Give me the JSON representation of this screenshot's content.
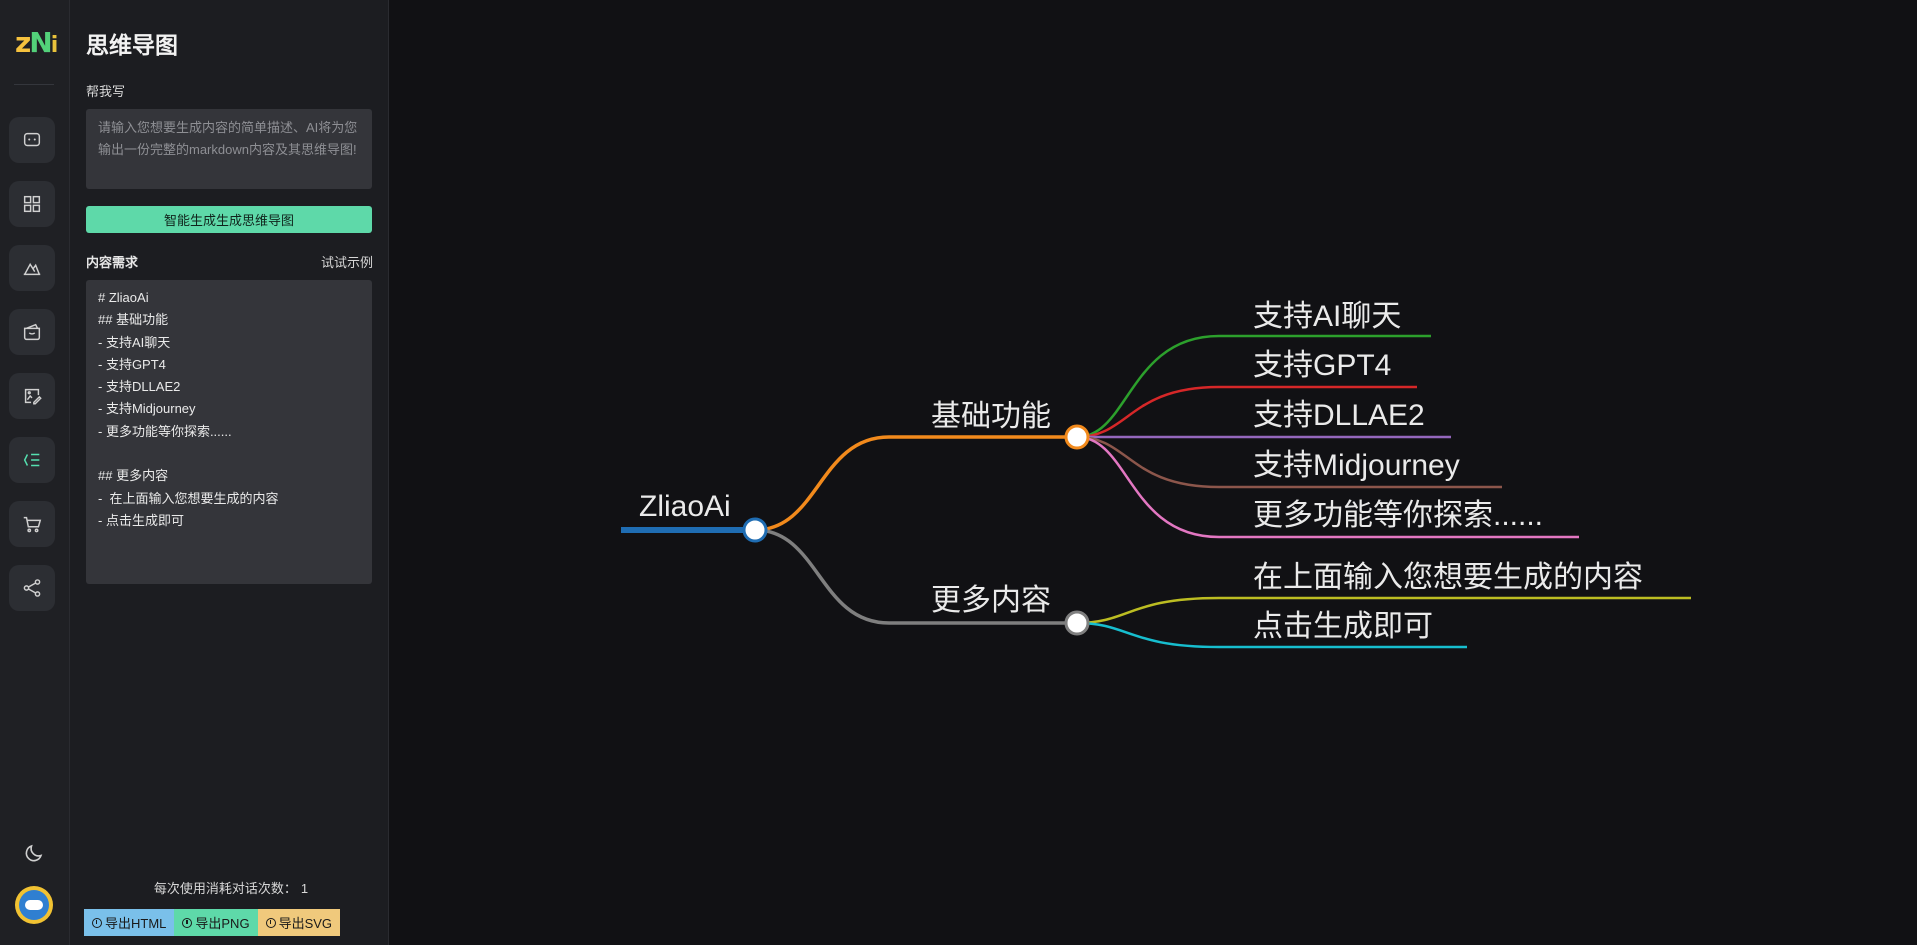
{
  "rail": {
    "logo": "zNi",
    "items": [
      {
        "name": "chat-icon",
        "active": false
      },
      {
        "name": "apps-grid-icon",
        "active": false
      },
      {
        "name": "image-mountain-icon",
        "active": false
      },
      {
        "name": "wallet-icon",
        "active": false
      },
      {
        "name": "image-edit-icon",
        "active": false
      },
      {
        "name": "mindmap-icon",
        "active": true
      },
      {
        "name": "cart-icon",
        "active": false
      },
      {
        "name": "share-icon",
        "active": false
      }
    ]
  },
  "panel": {
    "title": "思维导图",
    "help_label": "帮我写",
    "prompt_placeholder": "请输入您想要生成内容的简单描述、AI将为您输出一份完整的markdown内容及其思维导图!",
    "generate_button": "智能生成生成思维导图",
    "requirement_label": "内容需求",
    "try_example": "试试示例",
    "markdown": "# ZliaoAi\n## 基础功能\n- 支持AI聊天\n- 支持GPT4\n- 支持DLLAE2\n- 支持Midjourney\n- 更多功能等你探索......\n\n## 更多内容\n-  在上面输入您想要生成的内容\n- 点击生成即可",
    "cost_label": "每次使用消耗对话次数：",
    "cost_value": "1",
    "export_html": "导出HTML",
    "export_png": "导出PNG",
    "export_svg": "导出SVG"
  },
  "mindmap": {
    "root": {
      "label": "ZliaoAi",
      "color": "#1f6db3"
    },
    "branches": [
      {
        "label": "基础功能",
        "color": "#f28a1c",
        "children": [
          {
            "label": "支持AI聊天",
            "color": "#2ca02c"
          },
          {
            "label": "支持GPT4",
            "color": "#d62728"
          },
          {
            "label": "支持DLLAE2",
            "color": "#9467bd"
          },
          {
            "label": "支持Midjourney",
            "color": "#8c564b"
          },
          {
            "label": "更多功能等你探索......",
            "color": "#e377c2"
          }
        ]
      },
      {
        "label": "更多内容",
        "color": "#7f7f7f",
        "children": [
          {
            "label": "在上面输入您想要生成的内容",
            "color": "#bcbd22"
          },
          {
            "label": "点击生成即可",
            "color": "#17becf"
          }
        ]
      }
    ]
  }
}
